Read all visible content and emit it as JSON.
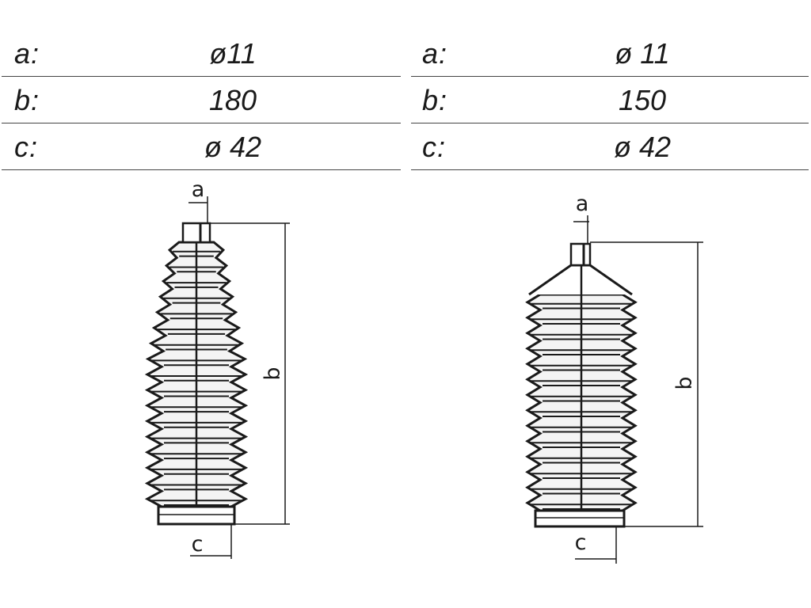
{
  "tables": [
    {
      "rows": [
        {
          "key": "a:",
          "value": "ø11"
        },
        {
          "key": "b:",
          "value": "180"
        },
        {
          "key": "c:",
          "value": "ø 42"
        }
      ]
    },
    {
      "rows": [
        {
          "key": "a:",
          "value": "ø 11"
        },
        {
          "key": "b:",
          "value": "150"
        },
        {
          "key": "c:",
          "value": "ø  42"
        }
      ]
    }
  ],
  "drawings": [
    {
      "labels": {
        "a": "a",
        "b": "b",
        "c": "c"
      }
    },
    {
      "labels": {
        "a": "a",
        "b": "b",
        "c": "c"
      }
    }
  ],
  "colors": {
    "line": "#1a1a1a",
    "paper": "#ffffff"
  }
}
